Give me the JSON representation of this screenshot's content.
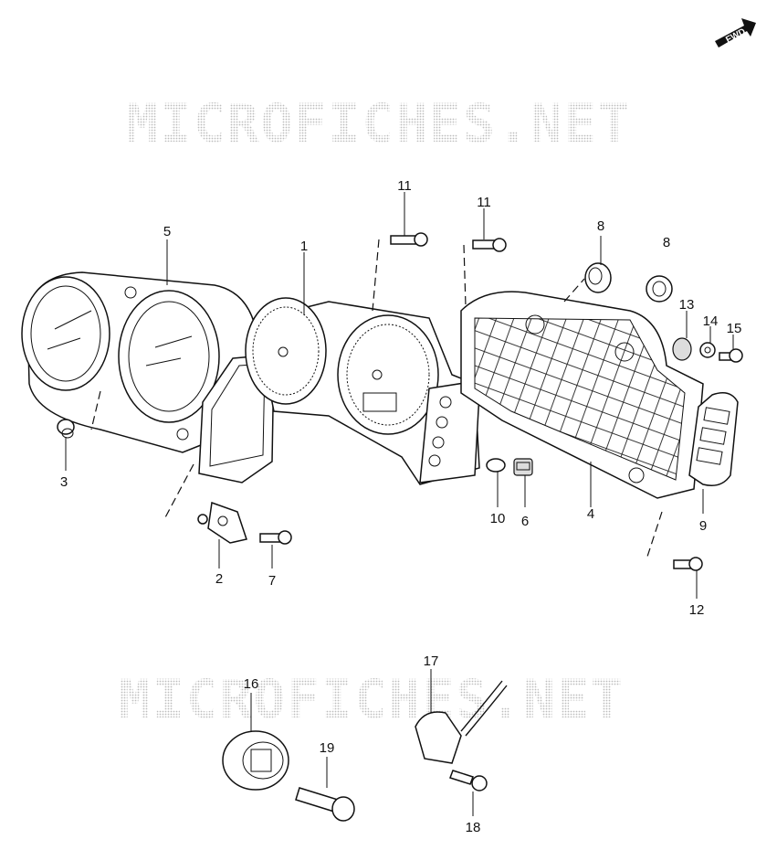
{
  "watermarks": [
    "MICROFICHES.NET",
    "MICROFICHES.NET"
  ],
  "fwd_label": "FWD",
  "callouts": {
    "p1": "1",
    "p2": "2",
    "p3": "3",
    "p4": "4",
    "p5": "5",
    "p6": "6",
    "p7": "7",
    "p8a": "8",
    "p8b": "8",
    "p9": "9",
    "p10": "10",
    "p11a": "11",
    "p11b": "11",
    "p12": "12",
    "p13": "13",
    "p14": "14",
    "p15": "15",
    "p16": "16",
    "p17": "17",
    "p18": "18",
    "p19": "19"
  }
}
